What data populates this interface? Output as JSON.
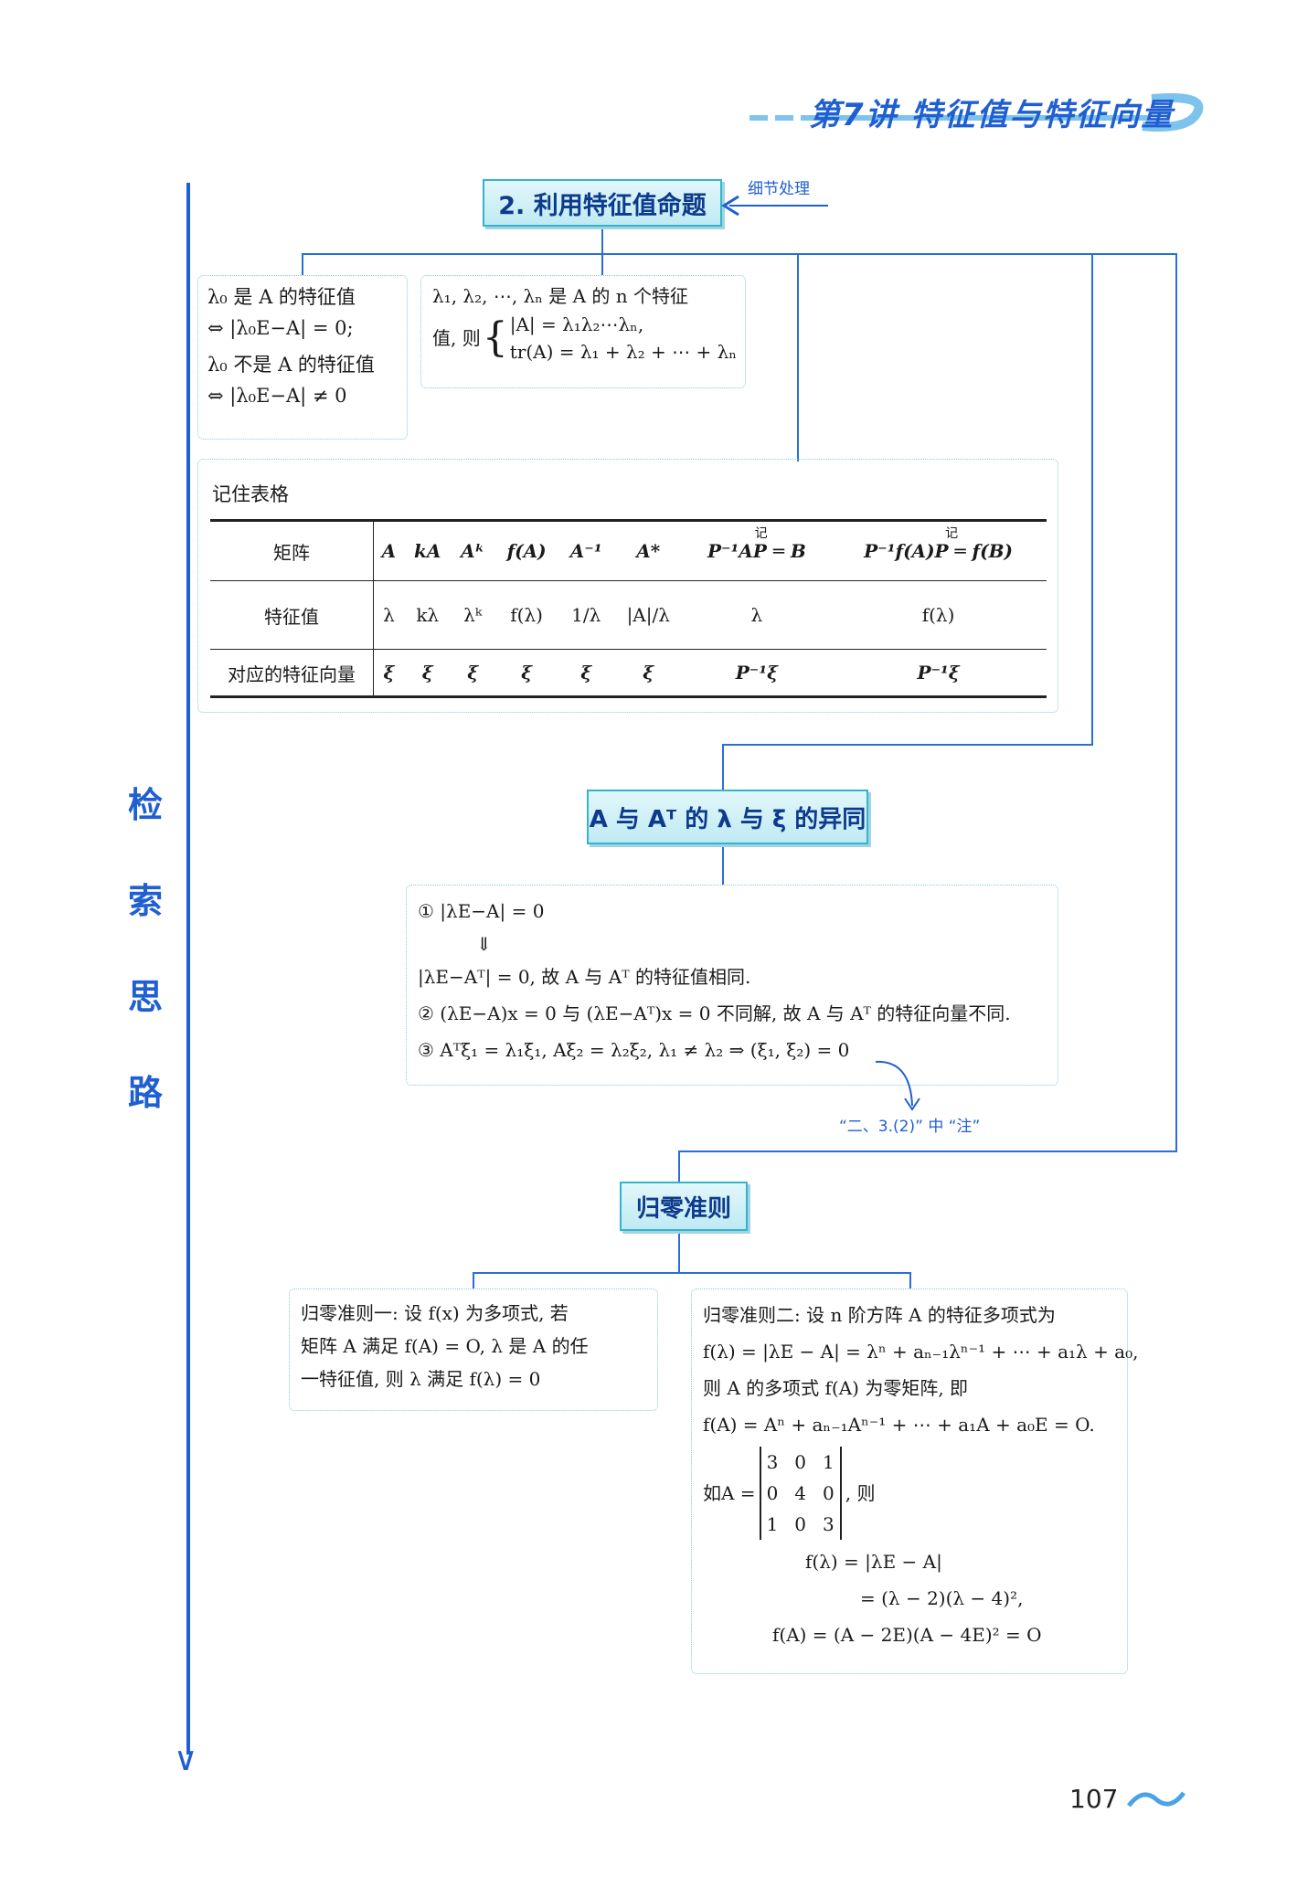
{
  "header": {
    "title": "第7讲  特征值与特征向量"
  },
  "side_label": [
    "检",
    "索",
    "思",
    "路"
  ],
  "section_title": "2. 利用特征值命题",
  "section_note": "细节处理",
  "box_left": {
    "line1": "λ₀ 是 A 的特征值",
    "line2": "⇔ |λ₀E−A| = 0;",
    "line3": "λ₀ 不是 A 的特征值",
    "line4": "⇔ |λ₀E−A| ≠ 0"
  },
  "box_right": {
    "line1": "λ₁, λ₂, ⋯, λₙ 是 A 的 n 个特征",
    "line2a": "值, 则",
    "line2b": "|A| = λ₁λ₂⋯λₙ,",
    "line3": "tr(A) = λ₁ + λ₂ + ⋯ + λₙ"
  },
  "table": {
    "caption": "记住表格",
    "row_headers": [
      "矩阵",
      "特征值",
      "对应的特征向量"
    ],
    "matrices": [
      "A",
      "kA",
      "Aᵏ",
      "f(A)",
      "A⁻¹",
      "A*",
      "P⁻¹AP ═ B",
      "P⁻¹f(A)P ═ f(B)"
    ],
    "eigenvalues": [
      "λ",
      "kλ",
      "λᵏ",
      "f(λ)",
      "1/λ",
      "|A|/λ",
      "λ",
      "f(λ)"
    ],
    "eigenvectors": [
      "ξ",
      "ξ",
      "ξ",
      "ξ",
      "ξ",
      "ξ",
      "P⁻¹ξ",
      "P⁻¹ξ"
    ],
    "mark": "记"
  },
  "section2_title": "A 与 Aᵀ 的 λ 与 ξ 的异同",
  "box2": {
    "line1": "① |λE−A| = 0",
    "arrow": "⇓",
    "line2": "|λE−Aᵀ| = 0, 故 A 与 Aᵀ 的特征值相同.",
    "line3": "② (λE−A)x = 0 与 (λE−Aᵀ)x = 0 不同解, 故 A 与 Aᵀ 的特征向量不同.",
    "line4": "③ Aᵀξ₁ = λ₁ξ₁, Aξ₂ = λ₂ξ₂, λ₁ ≠ λ₂ ⇒ (ξ₁, ξ₂) = 0"
  },
  "box2_note": "“二、3.(2)” 中 “注”",
  "section3_title": "归零准则",
  "rule1": {
    "line1": "归零准则一: 设 f(x) 为多项式, 若",
    "line2": "矩阵 A 满足 f(A) = O, λ 是 A 的任",
    "line3": "一特征值, 则 λ 满足 f(λ) = 0"
  },
  "rule2": {
    "line1": "归零准则二: 设 n 阶方阵 A 的特征多项式为",
    "line2": "f(λ) = |λE − A| = λⁿ + aₙ₋₁λⁿ⁻¹ + ⋯ + a₁λ + a₀,",
    "line3": "则 A 的多项式 f(A) 为零矩阵, 即",
    "line4": "f(A) = Aⁿ + aₙ₋₁Aⁿ⁻¹ + ⋯ + a₁A + a₀E = O.",
    "example_prefix": "如A =",
    "matrix": [
      [
        "3",
        "0",
        "1"
      ],
      [
        "0",
        "4",
        "0"
      ],
      [
        "1",
        "0",
        "3"
      ]
    ],
    "example_suffix": ", 则",
    "line5": "f(λ) = |λE − A|",
    "line6": "= (λ − 2)(λ − 4)²,",
    "line7": "f(A) = (A − 2E)(A − 4E)² = O"
  },
  "page_number": "107"
}
